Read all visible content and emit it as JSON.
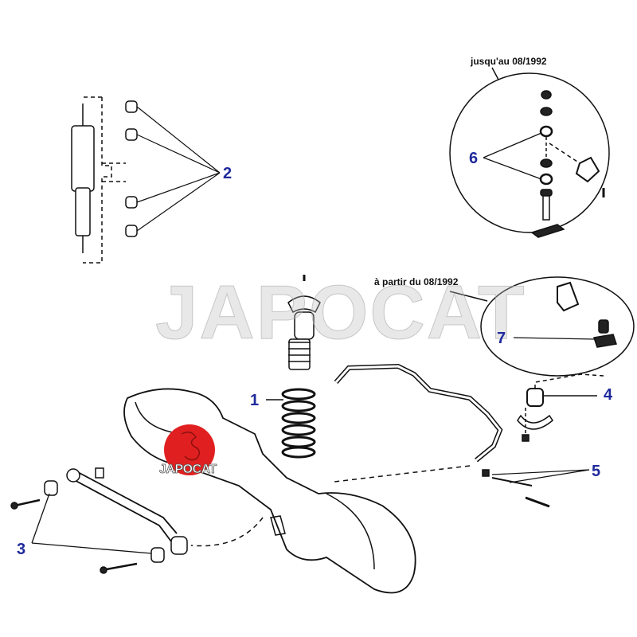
{
  "watermark": "JAPOCAT",
  "logo": {
    "text": "JAPOCAT",
    "color": "#e02020"
  },
  "captions": {
    "early": "jusqu'au 08/1992",
    "late": "à partir du 08/1992"
  },
  "callouts": [
    "1",
    "2",
    "3",
    "4",
    "5",
    "6",
    "7"
  ],
  "colors": {
    "callout": "#1f2a9c",
    "line": "#111111"
  }
}
